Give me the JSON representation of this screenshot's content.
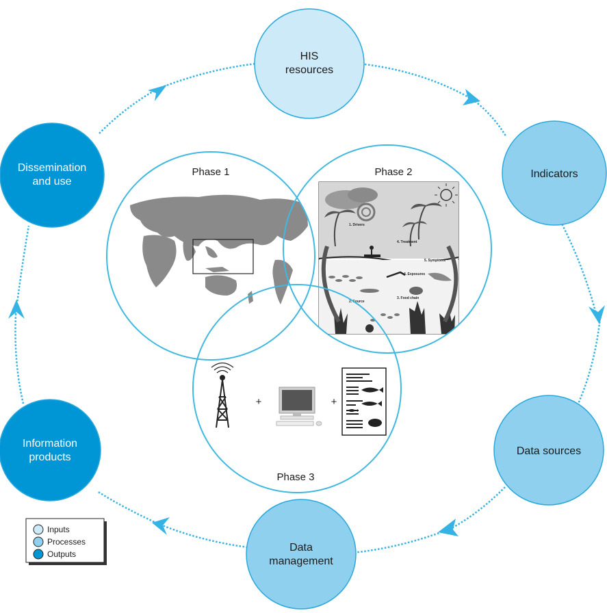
{
  "colors": {
    "input": "#cdeaf8",
    "process": "#8fd0ee",
    "output": "#0096d6",
    "stroke": "#2aa8dc",
    "arrow": "#35b3e4",
    "phase_ring": "#40b8e0"
  },
  "cycle_nodes": [
    {
      "id": "his-resources",
      "lines": [
        "HIS",
        "resources"
      ],
      "kind": "input"
    },
    {
      "id": "indicators",
      "lines": [
        "Indicators"
      ],
      "kind": "process"
    },
    {
      "id": "data-sources",
      "lines": [
        "Data sources"
      ],
      "kind": "process"
    },
    {
      "id": "data-management",
      "lines": [
        "Data",
        "management"
      ],
      "kind": "process"
    },
    {
      "id": "information-products",
      "lines": [
        "Information",
        "products"
      ],
      "kind": "output"
    },
    {
      "id": "dissemination-and-use",
      "lines": [
        "Dissemination",
        "and use"
      ],
      "kind": "output"
    }
  ],
  "phases": [
    {
      "id": "phase-1",
      "label": "Phase 1",
      "image": "world-map"
    },
    {
      "id": "phase-2",
      "label": "Phase 2",
      "image": "marine-ecosystem-illustration"
    },
    {
      "id": "phase-3",
      "label": "Phase 3",
      "image": "tower-computer-document"
    }
  ],
  "phase2_annotations": [
    "1. Drivers",
    "4. Treatment",
    "5. Symptoms",
    "4. Exposures",
    "2. Source",
    "3. Food chain"
  ],
  "phase3_items": {
    "icons": [
      "radio-tower-icon",
      "computer-icon",
      "fish-document-icon"
    ],
    "separators": [
      "+",
      "+"
    ]
  },
  "legend": [
    {
      "label": "Inputs",
      "kind": "input"
    },
    {
      "label": "Processes",
      "kind": "process"
    },
    {
      "label": "Outputs",
      "kind": "output"
    }
  ]
}
